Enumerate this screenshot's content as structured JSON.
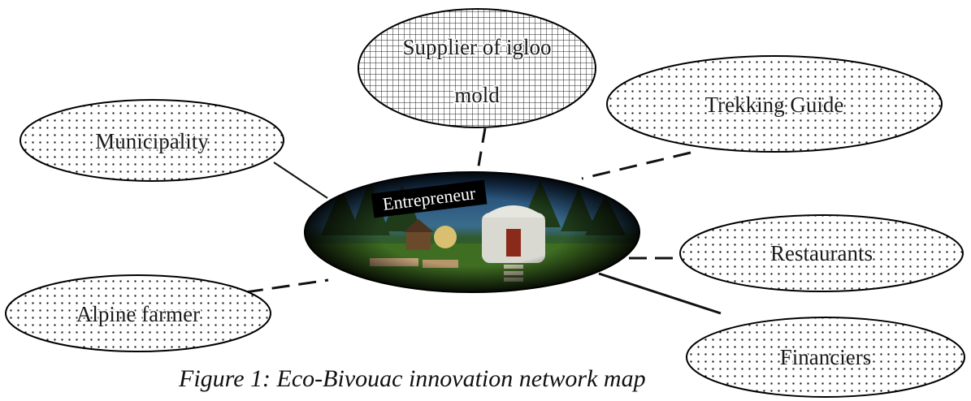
{
  "diagram": {
    "hub": {
      "label": "Entrepreneur"
    },
    "nodes": {
      "supplier": {
        "line1": "Supplier of igloo",
        "line2": "mold"
      },
      "trekking": {
        "label": "Trekking Guide"
      },
      "municipality": {
        "label": "Municipality"
      },
      "restaurants": {
        "label": "Restaurants"
      },
      "alpine": {
        "label": "Alpine farmer"
      },
      "financiers": {
        "label": "Financiers"
      }
    },
    "caption": "Figure 1: Eco-Bivouac innovation network map"
  }
}
